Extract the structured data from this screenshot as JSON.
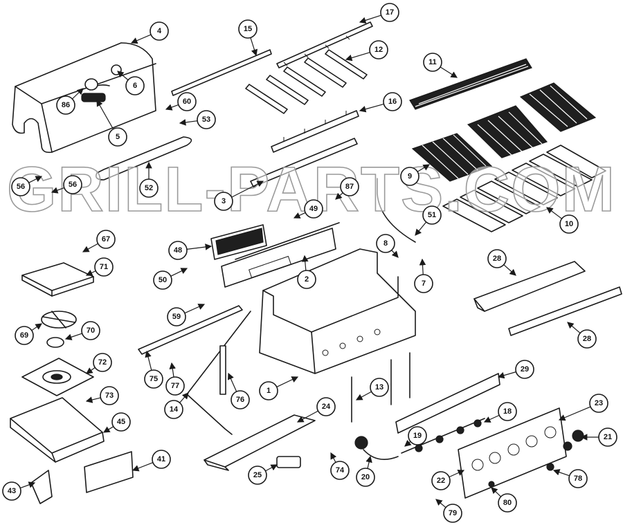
{
  "watermark": "GRILL-PARTS.COM",
  "callouts": [
    "4",
    "86",
    "6",
    "5",
    "15",
    "60",
    "53",
    "52",
    "56",
    "56",
    "3",
    "17",
    "12",
    "16",
    "11",
    "9",
    "10",
    "87",
    "49",
    "51",
    "8",
    "7",
    "48",
    "2",
    "50",
    "67",
    "71",
    "69",
    "70",
    "72",
    "73",
    "45",
    "43",
    "41",
    "59",
    "75",
    "77",
    "76",
    "14",
    "1",
    "13",
    "24",
    "25",
    "74",
    "20",
    "19",
    "18",
    "29",
    "22",
    "23",
    "21",
    "78",
    "80",
    "79",
    "28",
    "28"
  ]
}
